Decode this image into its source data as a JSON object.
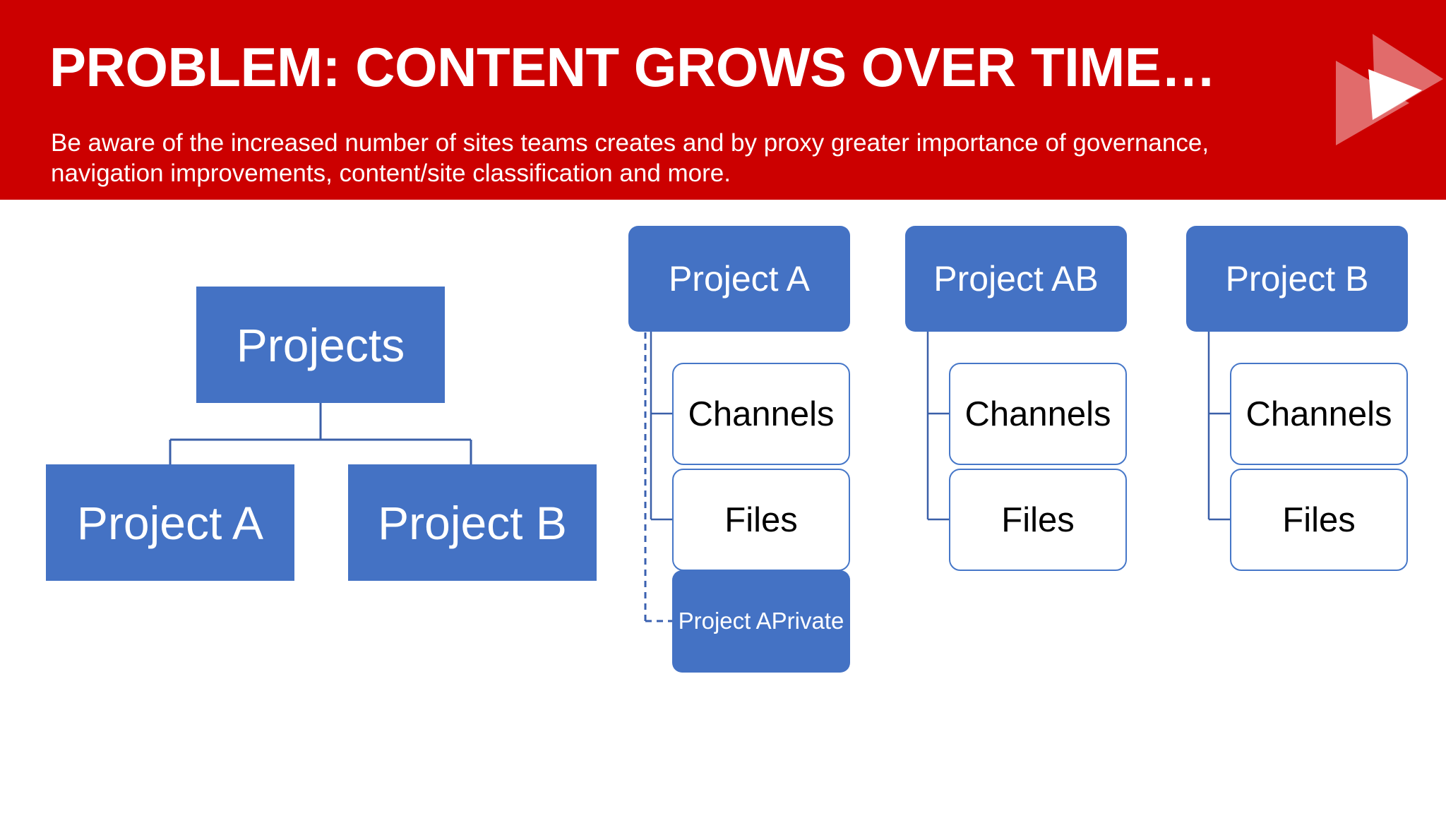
{
  "header": {
    "title": "PROBLEM: CONTENT GROWS OVER TIME…",
    "subtitle": "Be aware of the increased number of sites teams creates and by proxy greater importance of governance, navigation improvements, content/site classification and more.",
    "background_color": "#CC0000",
    "text_color": "#FFFFFF",
    "logo": {
      "icon": "play-arrow-logo",
      "back_triangle_color": "#E58A86",
      "front_triangle_color": "#FFFFFF"
    }
  },
  "diagram": {
    "accent_blue": "#4472C4",
    "border_blue": "#4677C8",
    "org_chart": {
      "root": {
        "label": "Projects"
      },
      "children": [
        {
          "label": "Project A"
        },
        {
          "label": "Project B"
        }
      ]
    },
    "hierarchies": [
      {
        "parent": "Project A",
        "children": [
          "Channels",
          "Files"
        ],
        "extra_node": {
          "label": "Project A\nPrivate",
          "line1": "Project A",
          "line2": "Private",
          "style": "filled",
          "connector": "dashed-arrow"
        }
      },
      {
        "parent": "Project AB",
        "children": [
          "Channels",
          "Files"
        ]
      },
      {
        "parent": "Project B",
        "children": [
          "Channels",
          "Files"
        ]
      }
    ]
  }
}
